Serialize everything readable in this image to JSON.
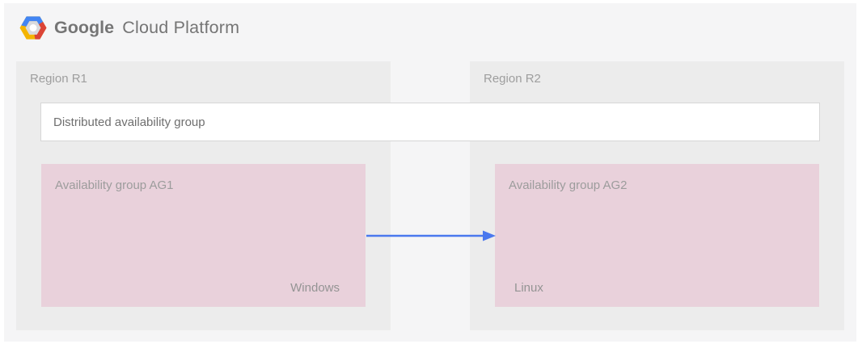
{
  "header": {
    "brand": {
      "google": "Google",
      "rest": "Cloud Platform"
    },
    "logo": {
      "name": "google-cloud-platform-hexagon",
      "blue": "#4285f4",
      "red": "#db4437",
      "yellow": "#f4b400",
      "nut": "#d9dadd"
    }
  },
  "diagram": {
    "regions": [
      {
        "label": "Region R1"
      },
      {
        "label": "Region R2"
      }
    ],
    "distributed_group": {
      "label": "Distributed availability group"
    },
    "availability_groups": [
      {
        "label": "Availability group AG1",
        "os": "Windows"
      },
      {
        "label": "Availability group AG2",
        "os": "Linux"
      }
    ],
    "arrow": {
      "from": "Availability group AG1",
      "to": "Availability group AG2",
      "direction": "right",
      "color": "#4a78ee"
    }
  },
  "colors": {
    "canvas": "#f5f5f6",
    "region_fill": "#ececec",
    "availability_group_fill": "#e9d1db",
    "distributed_box_fill": "#ffffff",
    "distributed_box_border": "#d6d6d6",
    "region_label_text": "#9e9e9e",
    "distributed_label_text": "#6f6f6f",
    "brand_text": "#757575"
  }
}
